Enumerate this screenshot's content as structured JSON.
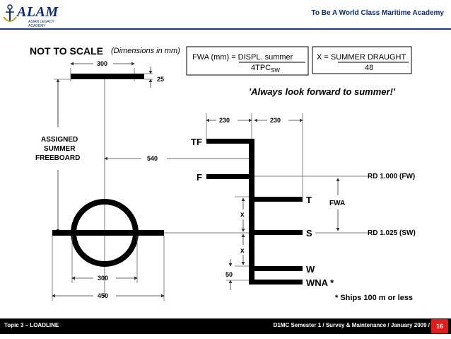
{
  "header": {
    "logo_text": "ALAM",
    "logo_sub": "ASIAN LEGACY ACADEMY",
    "title": "To Be A World Class Maritime Academy"
  },
  "diagram": {
    "not_to_scale": "NOT TO SCALE",
    "dimensions_note": "(Dimensions in mm)",
    "formula_fwa_left": "FWA (mm) = DISPL. summer",
    "formula_fwa_denominator": "4TPC",
    "formula_fwa_sub": "SW",
    "formula_x_left": "X = SUMMER DRAUGHT",
    "formula_x_denominator": "48",
    "slogan": "'Always look forward to summer!'",
    "dim_300_top": "300",
    "dim_25": "25",
    "assigned_line1": "ASSIGNED",
    "assigned_line2": "SUMMER",
    "assigned_line3": "FREEBOARD",
    "dim_540": "540",
    "dim_230_left": "230",
    "dim_230_right": "230",
    "dim_300_bottom": "300",
    "dim_450": "450",
    "dim_x_upper": "x",
    "dim_x_lower": "x",
    "dim_50": "50",
    "label_tf": "TF",
    "label_f": "F",
    "label_t": "T",
    "label_s": "S",
    "label_w": "W",
    "label_wna": "WNA *",
    "label_fwa": "FWA",
    "label_rd_fw": "RD 1.000 (FW)",
    "label_rd_sw": "RD 1.025 (SW)",
    "footnote": "* Ships 100 m or less"
  },
  "footer": {
    "topic": "Topic 3 – LOADLINE",
    "course": "D1MC Semester 1 / Survey & Maintenance / January 2009 /",
    "page": "16"
  },
  "colors": {
    "header_title": "#0a2a78",
    "footer_bg": "#000000",
    "page_badge": "#e21b1b"
  }
}
